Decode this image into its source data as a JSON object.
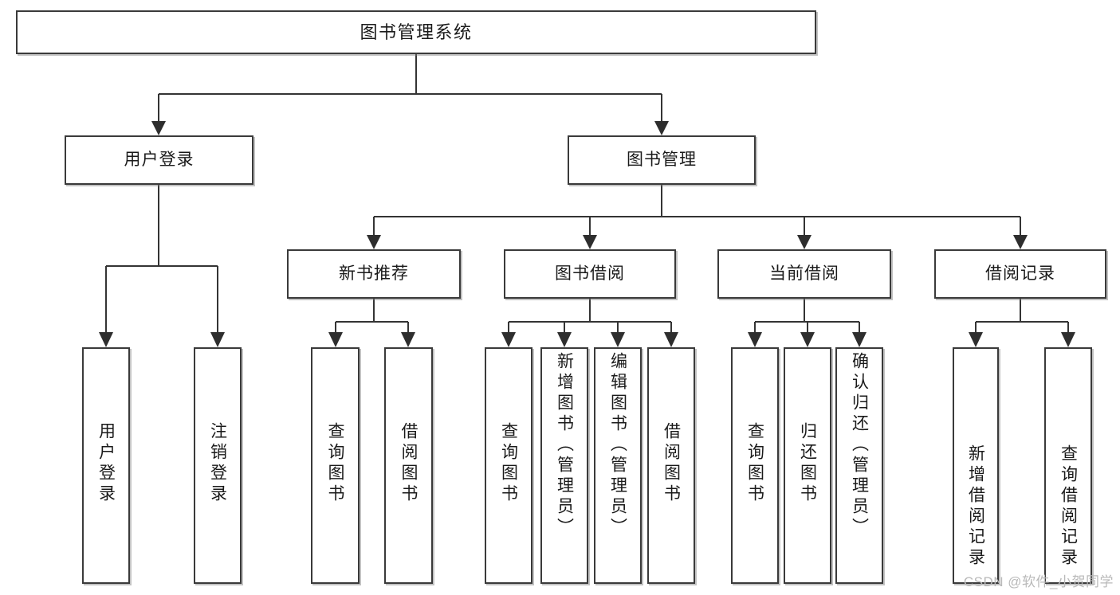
{
  "diagram": {
    "title": "图书管理系统",
    "type": "tree-hierarchy",
    "root": {
      "label": "图书管理系统"
    },
    "level2": [
      {
        "label": "用户登录"
      },
      {
        "label": "图书管理"
      }
    ],
    "level3": [
      {
        "label": "新书推荐"
      },
      {
        "label": "图书借阅"
      },
      {
        "label": "当前借阅"
      },
      {
        "label": "借阅记录"
      }
    ],
    "leaves": {
      "user_login": [
        {
          "label": "用户登录"
        },
        {
          "label": "注销登录"
        }
      ],
      "new_book_recommend": [
        {
          "label": "查询图书"
        },
        {
          "label": "借阅图书"
        }
      ],
      "book_borrow": [
        {
          "label": "查询图书"
        },
        {
          "label": "新增图书（管理员）"
        },
        {
          "label": "编辑图书（管理员）"
        },
        {
          "label": "借阅图书"
        }
      ],
      "current_borrow": [
        {
          "label": "查询图书"
        },
        {
          "label": "归还图书"
        },
        {
          "label": "确认归还（管理员）"
        }
      ],
      "borrow_record": [
        {
          "label": "新增借阅记录"
        },
        {
          "label": "查询借阅记录"
        }
      ]
    }
  },
  "watermark": {
    "text": "CSDN @软件_小贺同学"
  },
  "colors": {
    "stroke": "#343434",
    "box_fill": "#ffffff",
    "text": "#1a1a1a",
    "watermark": "#b9b9b9"
  }
}
